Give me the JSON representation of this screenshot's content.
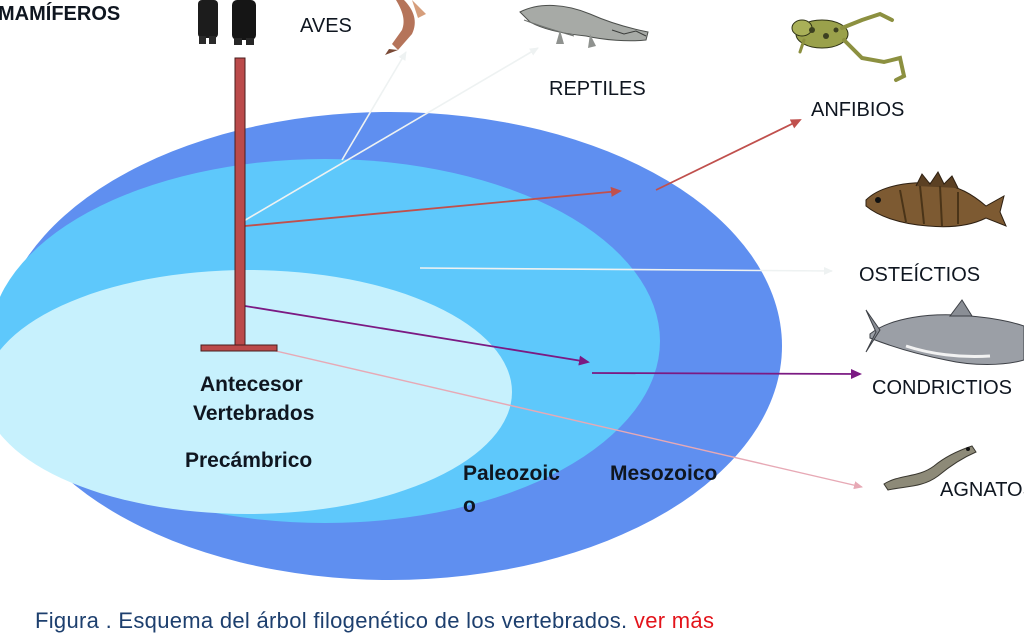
{
  "eras": {
    "outer": "Mesozoico",
    "middle_line1": "Paleozoic",
    "middle_line2": "o",
    "inner": "Precámbrico"
  },
  "root": {
    "line1": "Antecesor",
    "line2": "Vertebrados"
  },
  "groups": {
    "mamiferos": "MAMÍFEROS",
    "aves": "AVES",
    "reptiles": "REPTILES",
    "anfibios": "ANFIBIOS",
    "osteictios": "OSTEÍCTIOS",
    "condrictios": "CONDRICTIOS",
    "agnatos": "AGNATOS"
  },
  "caption": {
    "text": "Figura . Esquema del árbol filogenético de los vertebrados.",
    "link": "ver más"
  },
  "colors": {
    "outer_ellipse": "#5f8ff0",
    "middle_ellipse": "#5ec8fb",
    "inner_ellipse": "#c7f1fd",
    "trunk": "#bb4a4a",
    "arrow_white": "#eef2f2",
    "arrow_red": "#c0504d",
    "arrow_purple": "#7b1a83",
    "arrow_pink": "#e7a9b5"
  },
  "icons": [
    "human-figure-icon",
    "bird-icon",
    "crocodile-icon",
    "frog-icon",
    "perch-fish-icon",
    "shark-icon",
    "lamprey-icon"
  ]
}
